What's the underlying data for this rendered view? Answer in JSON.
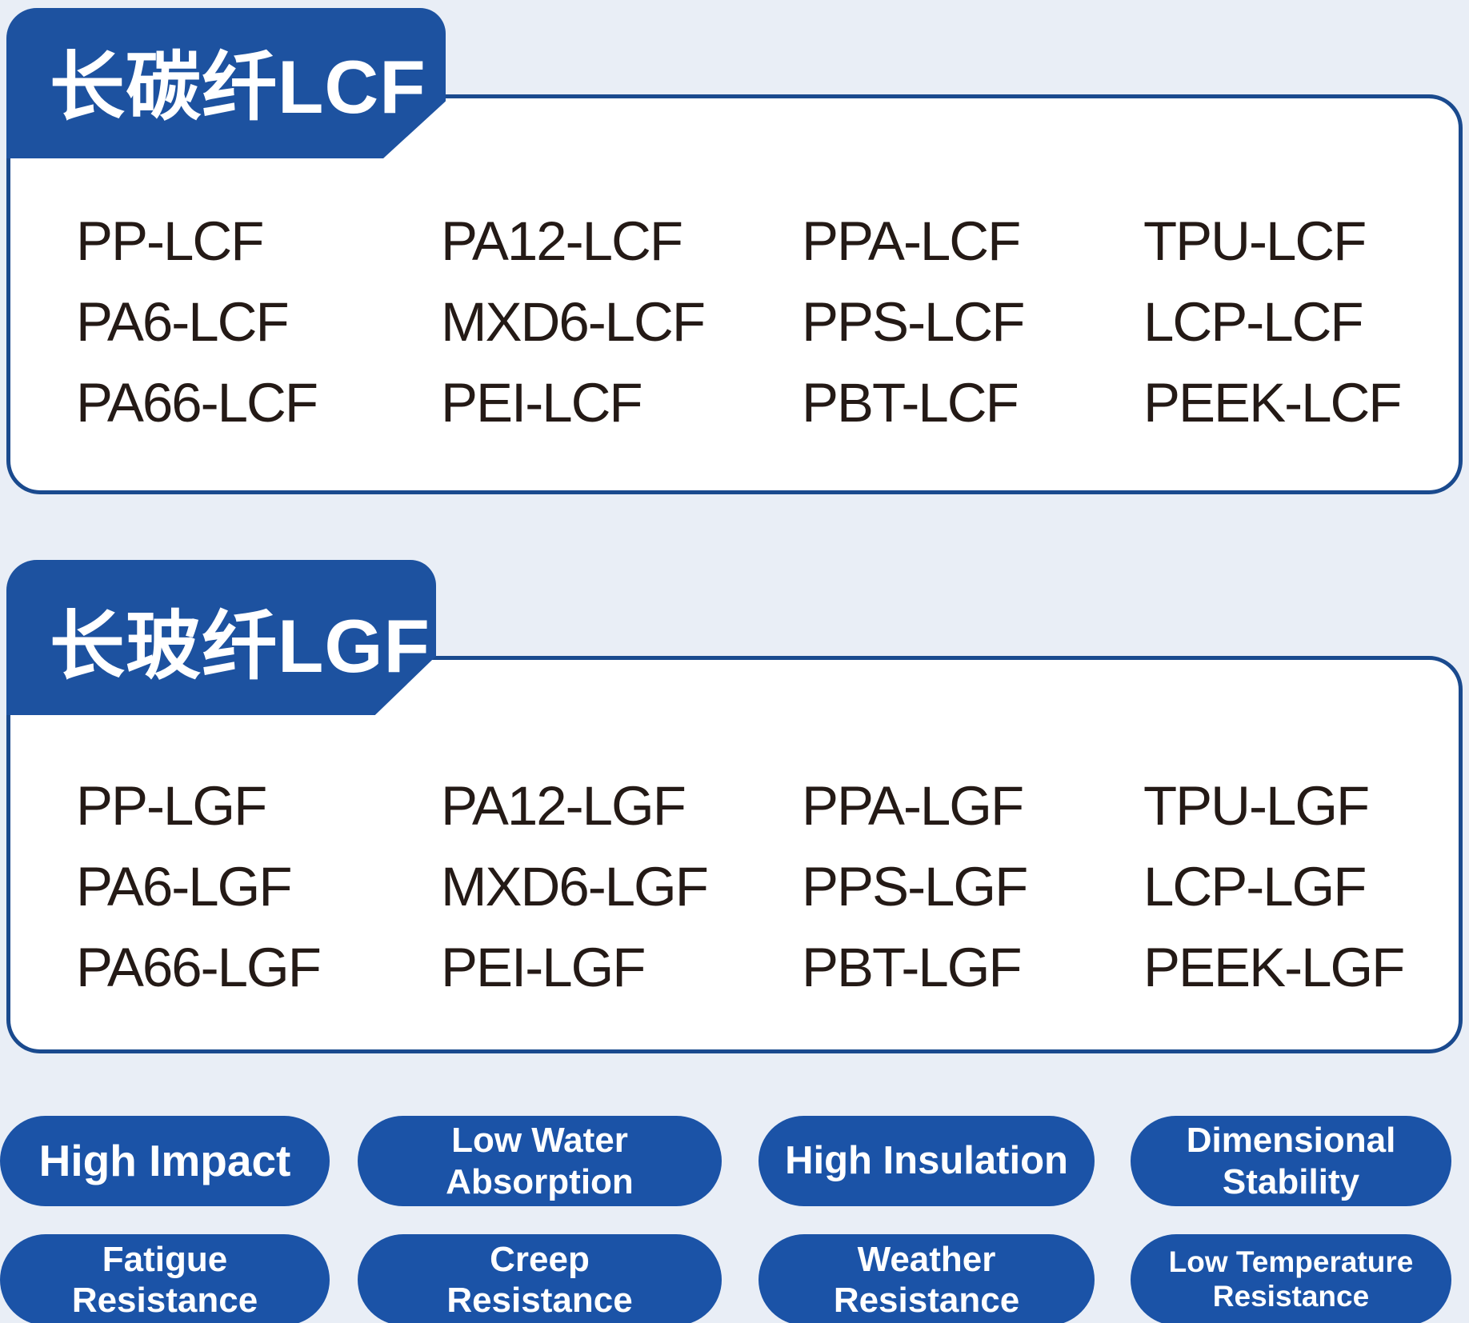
{
  "colors": {
    "page_bg": "#e9eef6",
    "tab_blue": "#1d52a0",
    "badge_blue": "#1b53a7",
    "card_border_blue": "#1a4a8e",
    "card_bg": "#ffffff",
    "material_text": "#241a16",
    "badge_text": "#ffffff"
  },
  "cards": [
    {
      "title": "长碳纤LCF",
      "materials": [
        "PP-LCF",
        "PA12-LCF",
        "PPA-LCF",
        "TPU-LCF",
        "PA6-LCF",
        "MXD6-LCF",
        "PPS-LCF",
        "LCP-LCF",
        "PA66-LCF",
        "PEI-LCF",
        "PBT-LCF",
        "PEEK-LCF"
      ]
    },
    {
      "title": "长玻纤LGF",
      "materials": [
        "PP-LGF",
        "PA12-LGF",
        "PPA-LGF",
        "TPU-LGF",
        "PA6-LGF",
        "MXD6-LGF",
        "PPS-LGF",
        "LCP-LGF",
        "PA66-LGF",
        "PEI-LGF",
        "PBT-LGF",
        "PEEK-LGF"
      ]
    }
  ],
  "badges": [
    "High Impact",
    "Low Water\nAbsorption",
    "High Insulation",
    "Dimensional\nStability",
    "Fatigue\nResistance",
    "Creep\nResistance",
    "Weather\nResistance",
    "Low Temperature\nResistance"
  ]
}
